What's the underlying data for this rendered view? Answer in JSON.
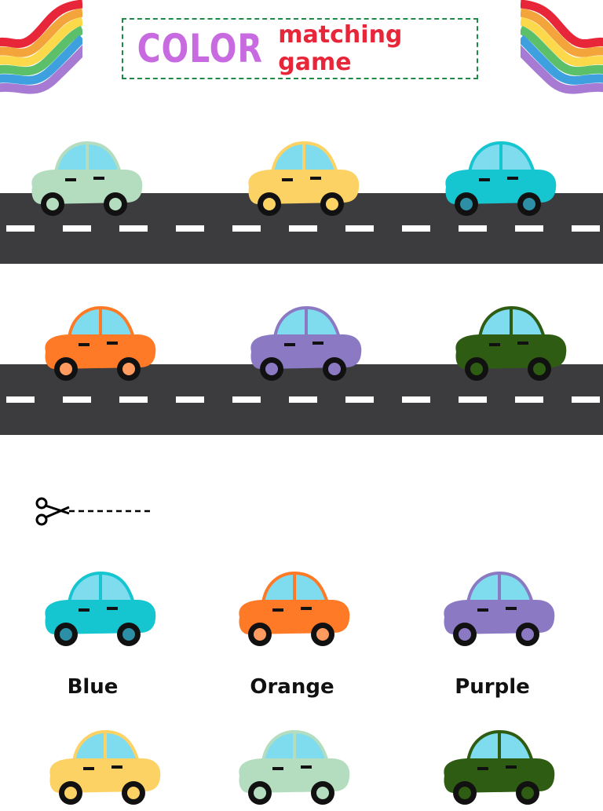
{
  "header": {
    "title_big": "COLOR",
    "title_small": "matching game"
  },
  "colors": {
    "title_big": "#c86ae0",
    "title_small": "#e8263a",
    "title_border": "#1f8a48",
    "road": "#3c3c3e"
  },
  "road_cars": [
    {
      "color": "#b4dcbe",
      "wheel": "#b4dcbe"
    },
    {
      "color": "#fdd265",
      "wheel": "#fdd265"
    },
    {
      "color": "#15c5cf",
      "wheel": "#2d8fa6"
    },
    {
      "color": "#ff7a26",
      "wheel": "#ff9b5e"
    },
    {
      "color": "#8b79c4",
      "wheel": "#8b79c4"
    },
    {
      "color": "#2f5c13",
      "wheel": "#2f5c13"
    }
  ],
  "cut_cars": [
    {
      "color": "#15c5cf",
      "wheel": "#2d8fa6"
    },
    {
      "color": "#ff7a26",
      "wheel": "#ff9b5e"
    },
    {
      "color": "#8b79c4",
      "wheel": "#8b79c4"
    },
    {
      "color": "#fdd265",
      "wheel": "#fdd265"
    },
    {
      "color": "#b4dcbe",
      "wheel": "#b4dcbe"
    },
    {
      "color": "#2f5c13",
      "wheel": "#2f5c13"
    }
  ],
  "labels": [
    "Blue",
    "Orange",
    "Purple"
  ]
}
